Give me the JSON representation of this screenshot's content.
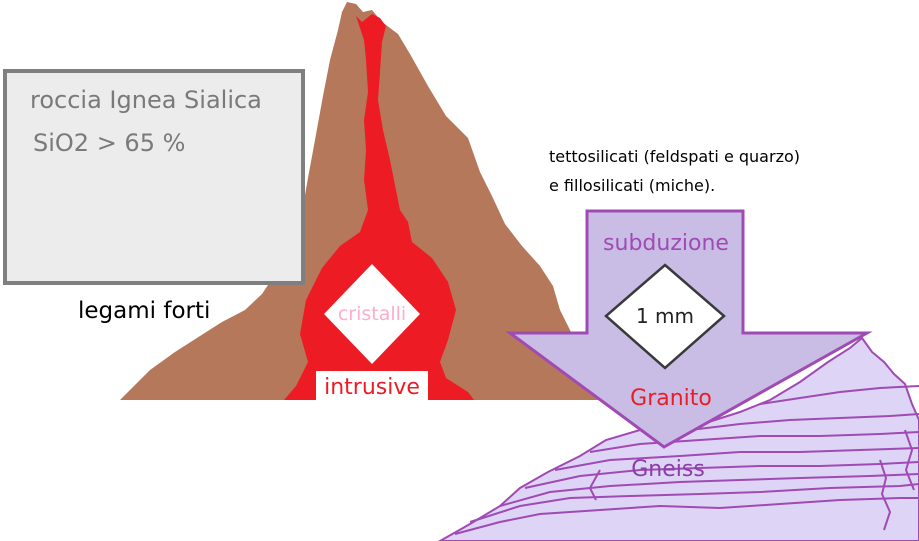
{
  "info_box": {
    "title": "roccia Ignea Sialica",
    "formula": "SiO2 > 65 %"
  },
  "labels": {
    "bonds": "legami forti",
    "crystals": "cristalli",
    "intrusive": "intrusive",
    "minerals_line1": "tettosilicati (feldspati e quarzo)",
    "minerals_line2": "e fillosilicati (miche).",
    "subduction": "subduzione",
    "grain_size": "1 mm",
    "granite": "Granito",
    "gneiss": "Gneiss"
  },
  "colors": {
    "mountain": "#b5785a",
    "magma": "#ed1c24",
    "box_fill": "#ececec",
    "box_border": "#7f7f7f",
    "box_text": "#7a7a7a",
    "arrow_fill": "#c9bde6",
    "arrow_border": "#a04ab4",
    "gneiss_fill": "#ddd4f6",
    "subduction_text": "#a04ab4",
    "gneiss_text": "#8a3fa6",
    "crystals_text": "#ffaec9",
    "granite_text": "#ed1c24"
  }
}
